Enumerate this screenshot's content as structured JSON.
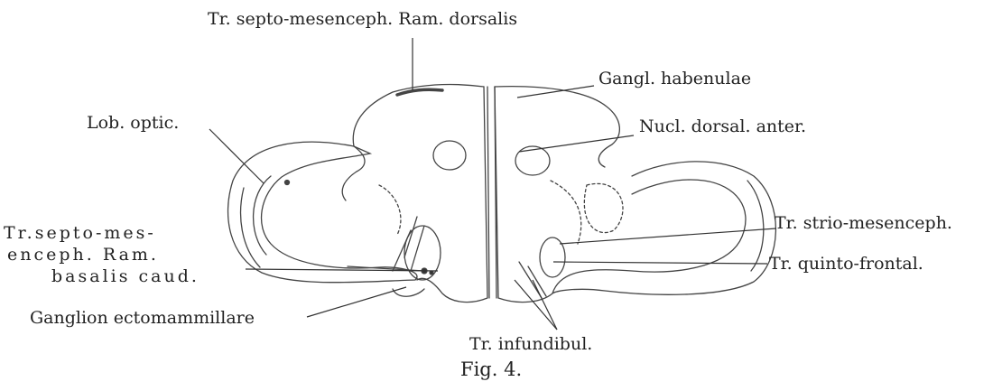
{
  "labels": {
    "top_dorsalis": "Tr. septo-mesenceph. Ram. dorsalis",
    "habenulae": "Gangl. habenulae",
    "lob_optic": "Lob. optic.",
    "nucl_dorsal": "Nucl. dorsal. anter.",
    "strio": "Tr. strio-mesenceph.",
    "quinto": "Tr. quinto-frontal.",
    "basalis_line1": "Tr.septo-mes-",
    "basalis_line2": "enceph. Ram.",
    "basalis_line3": "basalis caud.",
    "ectomammillare": "Ganglion ectomammillare",
    "infundibul": "Tr. infundibul.",
    "caption": "Fig. 4."
  }
}
